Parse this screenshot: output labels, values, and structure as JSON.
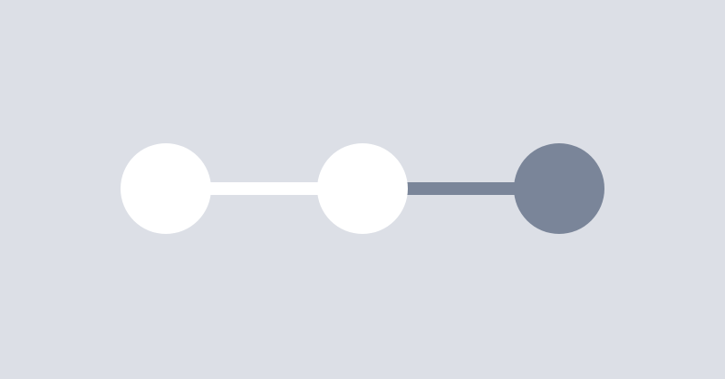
{
  "stepper": {
    "current_step": 3,
    "total_steps": 3,
    "steps": [
      {
        "state": "complete",
        "color": "#ffffff"
      },
      {
        "state": "complete",
        "color": "#ffffff"
      },
      {
        "state": "current",
        "color": "#7a8599"
      }
    ],
    "connectors": [
      {
        "state": "complete",
        "color": "#ffffff"
      },
      {
        "state": "active",
        "color": "#7a8599"
      }
    ]
  },
  "colors": {
    "background": "#dcdfe6",
    "complete": "#ffffff",
    "active": "#7a8599"
  }
}
